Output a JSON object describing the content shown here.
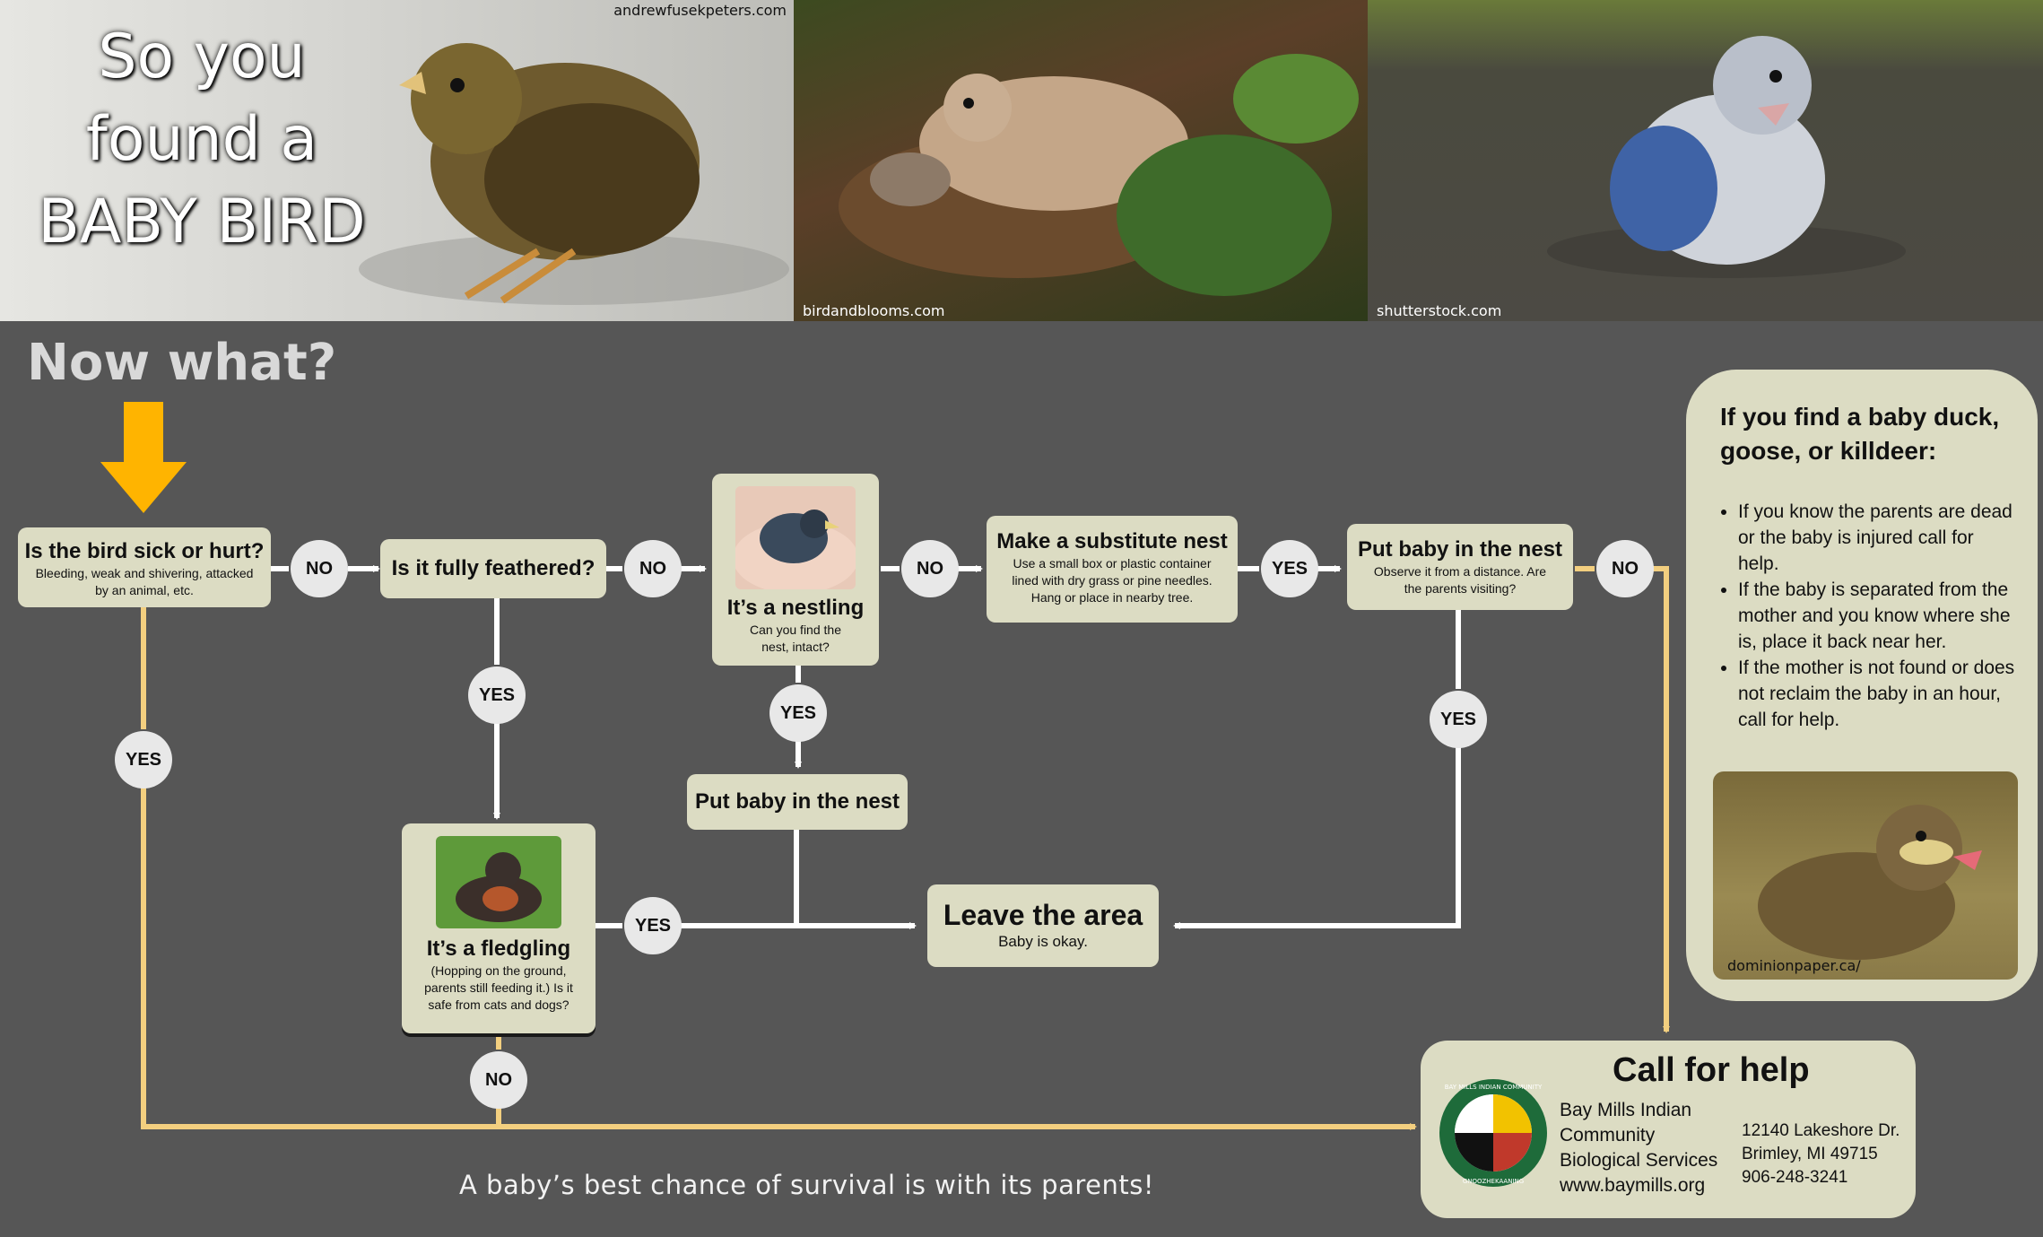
{
  "header": {
    "title_line1": "So you",
    "title_line2": "found a",
    "title_line3": "BABY BIRD",
    "credit1": "andrewfusekpeters.com",
    "credit2": "birdandblooms.com",
    "credit3": "shutterstock.com"
  },
  "now_what": "Now what?",
  "nodes": {
    "sick": {
      "title": "Is the bird sick or hurt?",
      "sub": "Bleeding, weak and shivering, attacked by an animal, etc."
    },
    "feathered": {
      "title": "Is it fully  feathered?"
    },
    "nestling": {
      "title": "It’s a nestling",
      "sub": "Can you find the nest, intact?"
    },
    "substitute": {
      "title": "Make a substitute nest",
      "sub": "Use a small box or plastic container lined with dry grass or pine needles. Hang or place in nearby tree."
    },
    "put_nest_right": {
      "title": "Put baby in the nest",
      "sub": "Observe it from a distance. Are the parents visiting?"
    },
    "put_nest_mid": {
      "title": "Put baby in the nest"
    },
    "fledgling": {
      "title": "It’s a fledgling",
      "sub": "(Hopping on the ground, parents still feeding it.) Is it safe from cats and dogs?"
    },
    "leave": {
      "title": "Leave the area",
      "sub": "Baby is okay."
    }
  },
  "answers": {
    "no1": "NO",
    "no2": "NO",
    "no3": "NO",
    "no4": "NO",
    "no5": "NO",
    "yes_sick": "YES",
    "yes_feathered": "YES",
    "yes_nestling": "YES",
    "yes_substitute": "YES",
    "yes_parents": "YES",
    "yes_fledgling": "YES"
  },
  "duck_panel": {
    "title": "If you find a baby duck, goose, or killdeer:",
    "bullets": [
      "If you know the parents are dead or the baby is injured call for help.",
      "If the baby is separated from the mother and you know where she is, place it back near her.",
      "If the mother is not found or does not reclaim the baby in an hour, call for help."
    ],
    "credit": "dominionpaper.ca/"
  },
  "call": {
    "title": "Call for help",
    "org_line1": "Bay Mills Indian",
    "org_line2": "Community",
    "org_line3": "Biological Services",
    "website": "www.baymills.org",
    "address1": "12140 Lakeshore  Dr.",
    "address2": "Brimley,  MI 49715",
    "phone": "906-248-3241",
    "seal_top": "BAY MILLS INDIAN COMMUNITY",
    "seal_bottom": "GNOOZHEKAANING"
  },
  "footer": "A baby’s best chance of survival is with its parents!",
  "colors": {
    "background": "#565656",
    "box": "#dcdcc3",
    "arrow_yellow": "#f3cf7f",
    "accent_orange": "#ffb400"
  }
}
